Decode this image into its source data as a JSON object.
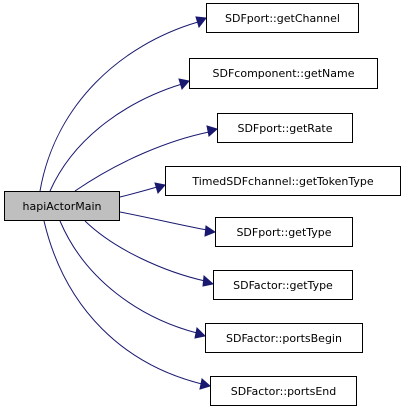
{
  "root": {
    "label": "hapiActorMain"
  },
  "callees": [
    {
      "label": "SDFport::getChannel"
    },
    {
      "label": "SDFcomponent::getName"
    },
    {
      "label": "SDFport::getRate"
    },
    {
      "label": "TimedSDFchannel::getTokenType"
    },
    {
      "label": "SDFport::getType"
    },
    {
      "label": "SDFactor::getType"
    },
    {
      "label": "SDFactor::portsBegin"
    },
    {
      "label": "SDFactor::portsEnd"
    }
  ],
  "colors": {
    "edge": "#191970",
    "root_fill": "#bfbfbf",
    "node_fill": "#ffffff",
    "border": "#000000"
  }
}
